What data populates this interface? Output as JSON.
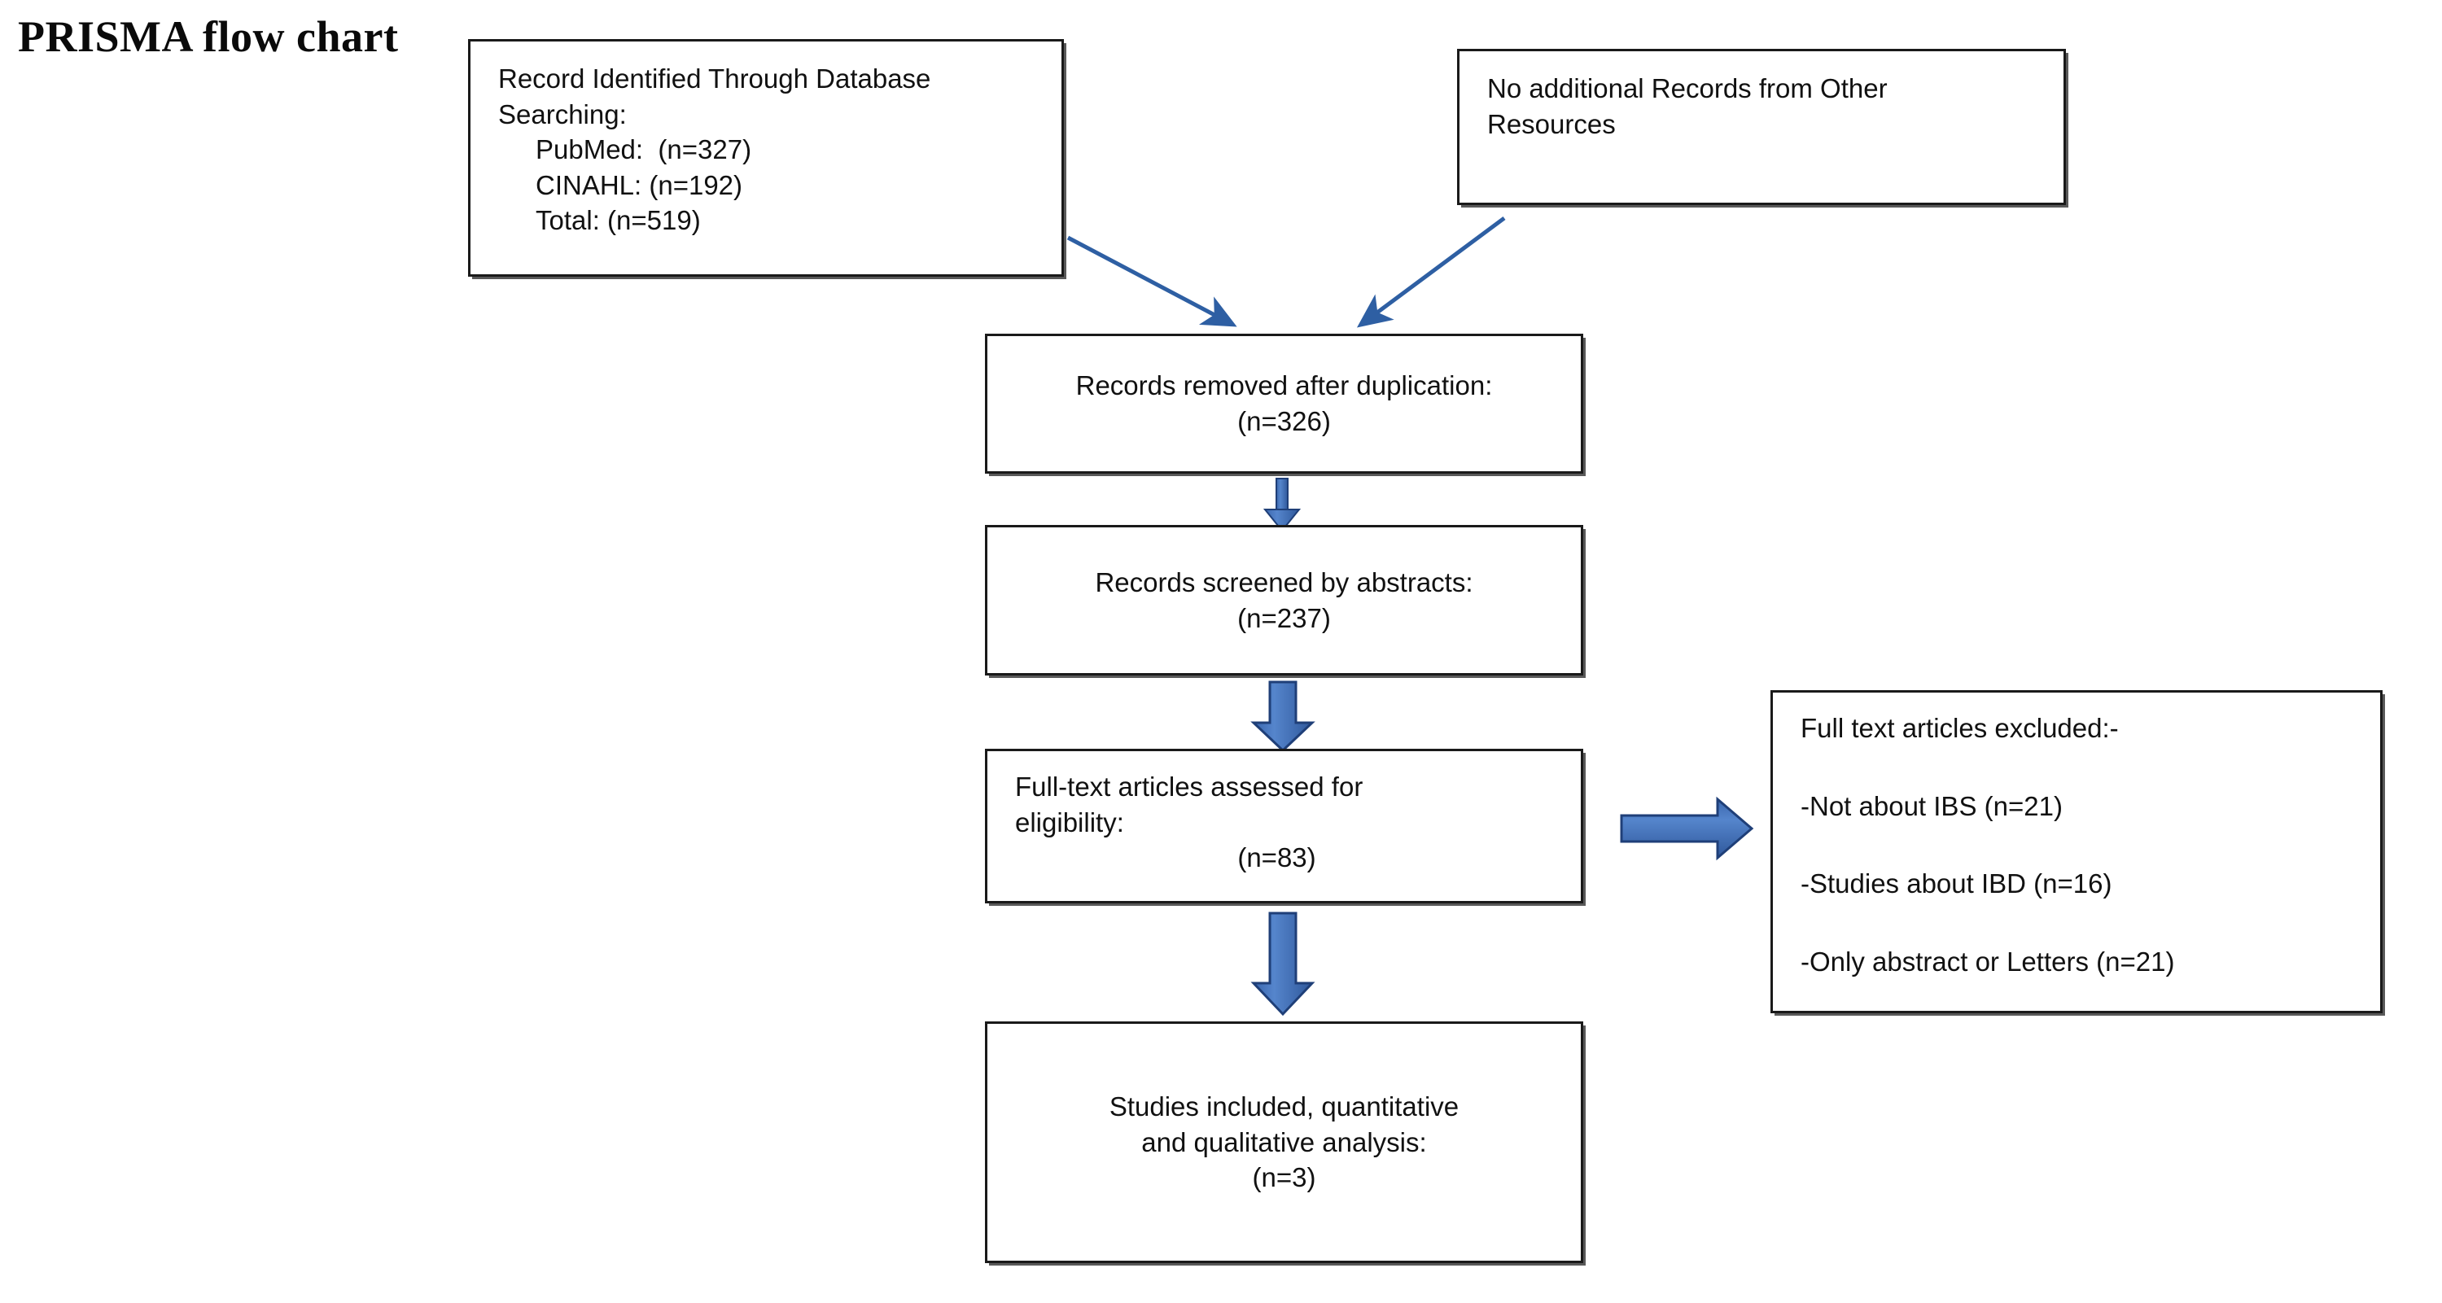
{
  "title": "PRISMA flow chart",
  "colors": {
    "box_border": "#1a1a1a",
    "box_fill": "#ffffff",
    "thin_arrow": "#2e5fa3",
    "block_arrow_fill": "#3f6eb5",
    "block_arrow_stroke": "#1f3f78",
    "text": "#111111"
  },
  "boxes": {
    "database": {
      "name": "Record Identified Through Database Searching",
      "lines": [
        "Record Identified Through Database",
        "Searching:"
      ],
      "items": [
        "PubMed:  (n=327)",
        "CINAHL: (n=192)",
        "Total: (n=519)"
      ]
    },
    "other_records": {
      "name": "No additional Records from Other Resources",
      "lines": [
        "No additional Records from Other",
        "Resources"
      ]
    },
    "duplicates": {
      "name": "Records removed after duplication",
      "lines": [
        "Records removed after duplication:",
        "(n=326)"
      ]
    },
    "screened": {
      "name": "Records screened by abstracts",
      "lines": [
        "Records screened by abstracts:",
        "(n=237)"
      ]
    },
    "eligibility": {
      "name": "Full-text articles assessed for eligibility",
      "lines": [
        "Full-text articles assessed for",
        "eligibility:"
      ],
      "count_line": "(n=83)"
    },
    "excluded": {
      "name": "Full text articles excluded",
      "heading": "Full text articles excluded:-",
      "reasons": [
        "-Not about IBS (n=21)",
        "-Studies about IBD (n=16)",
        "-Only abstract or Letters (n=21)"
      ]
    },
    "included": {
      "name": "Studies included, quantitative and qualitative analysis",
      "lines": [
        "Studies included, quantitative",
        "and qualitative analysis:",
        "(n=3)"
      ]
    }
  },
  "connectors": [
    {
      "id": "database-to-duplicates",
      "type": "thin-arrow",
      "from": "database",
      "to": "duplicates"
    },
    {
      "id": "other-records-to-duplicates",
      "type": "thin-arrow",
      "from": "other_records",
      "to": "duplicates"
    },
    {
      "id": "duplicates-to-screened",
      "type": "thin-arrow",
      "from": "duplicates",
      "to": "screened"
    },
    {
      "id": "screened-to-eligibility",
      "type": "block-arrow-down",
      "from": "screened",
      "to": "eligibility"
    },
    {
      "id": "eligibility-to-excluded",
      "type": "block-arrow-right",
      "from": "eligibility",
      "to": "excluded"
    },
    {
      "id": "eligibility-to-included",
      "type": "block-arrow-down",
      "from": "eligibility",
      "to": "included"
    }
  ]
}
